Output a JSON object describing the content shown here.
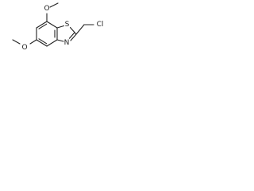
{
  "molecule": {
    "atoms": {
      "o_top": "O",
      "o_bottom": "O",
      "s_ring": "S",
      "n_ring": "N",
      "cl": "Cl"
    }
  }
}
